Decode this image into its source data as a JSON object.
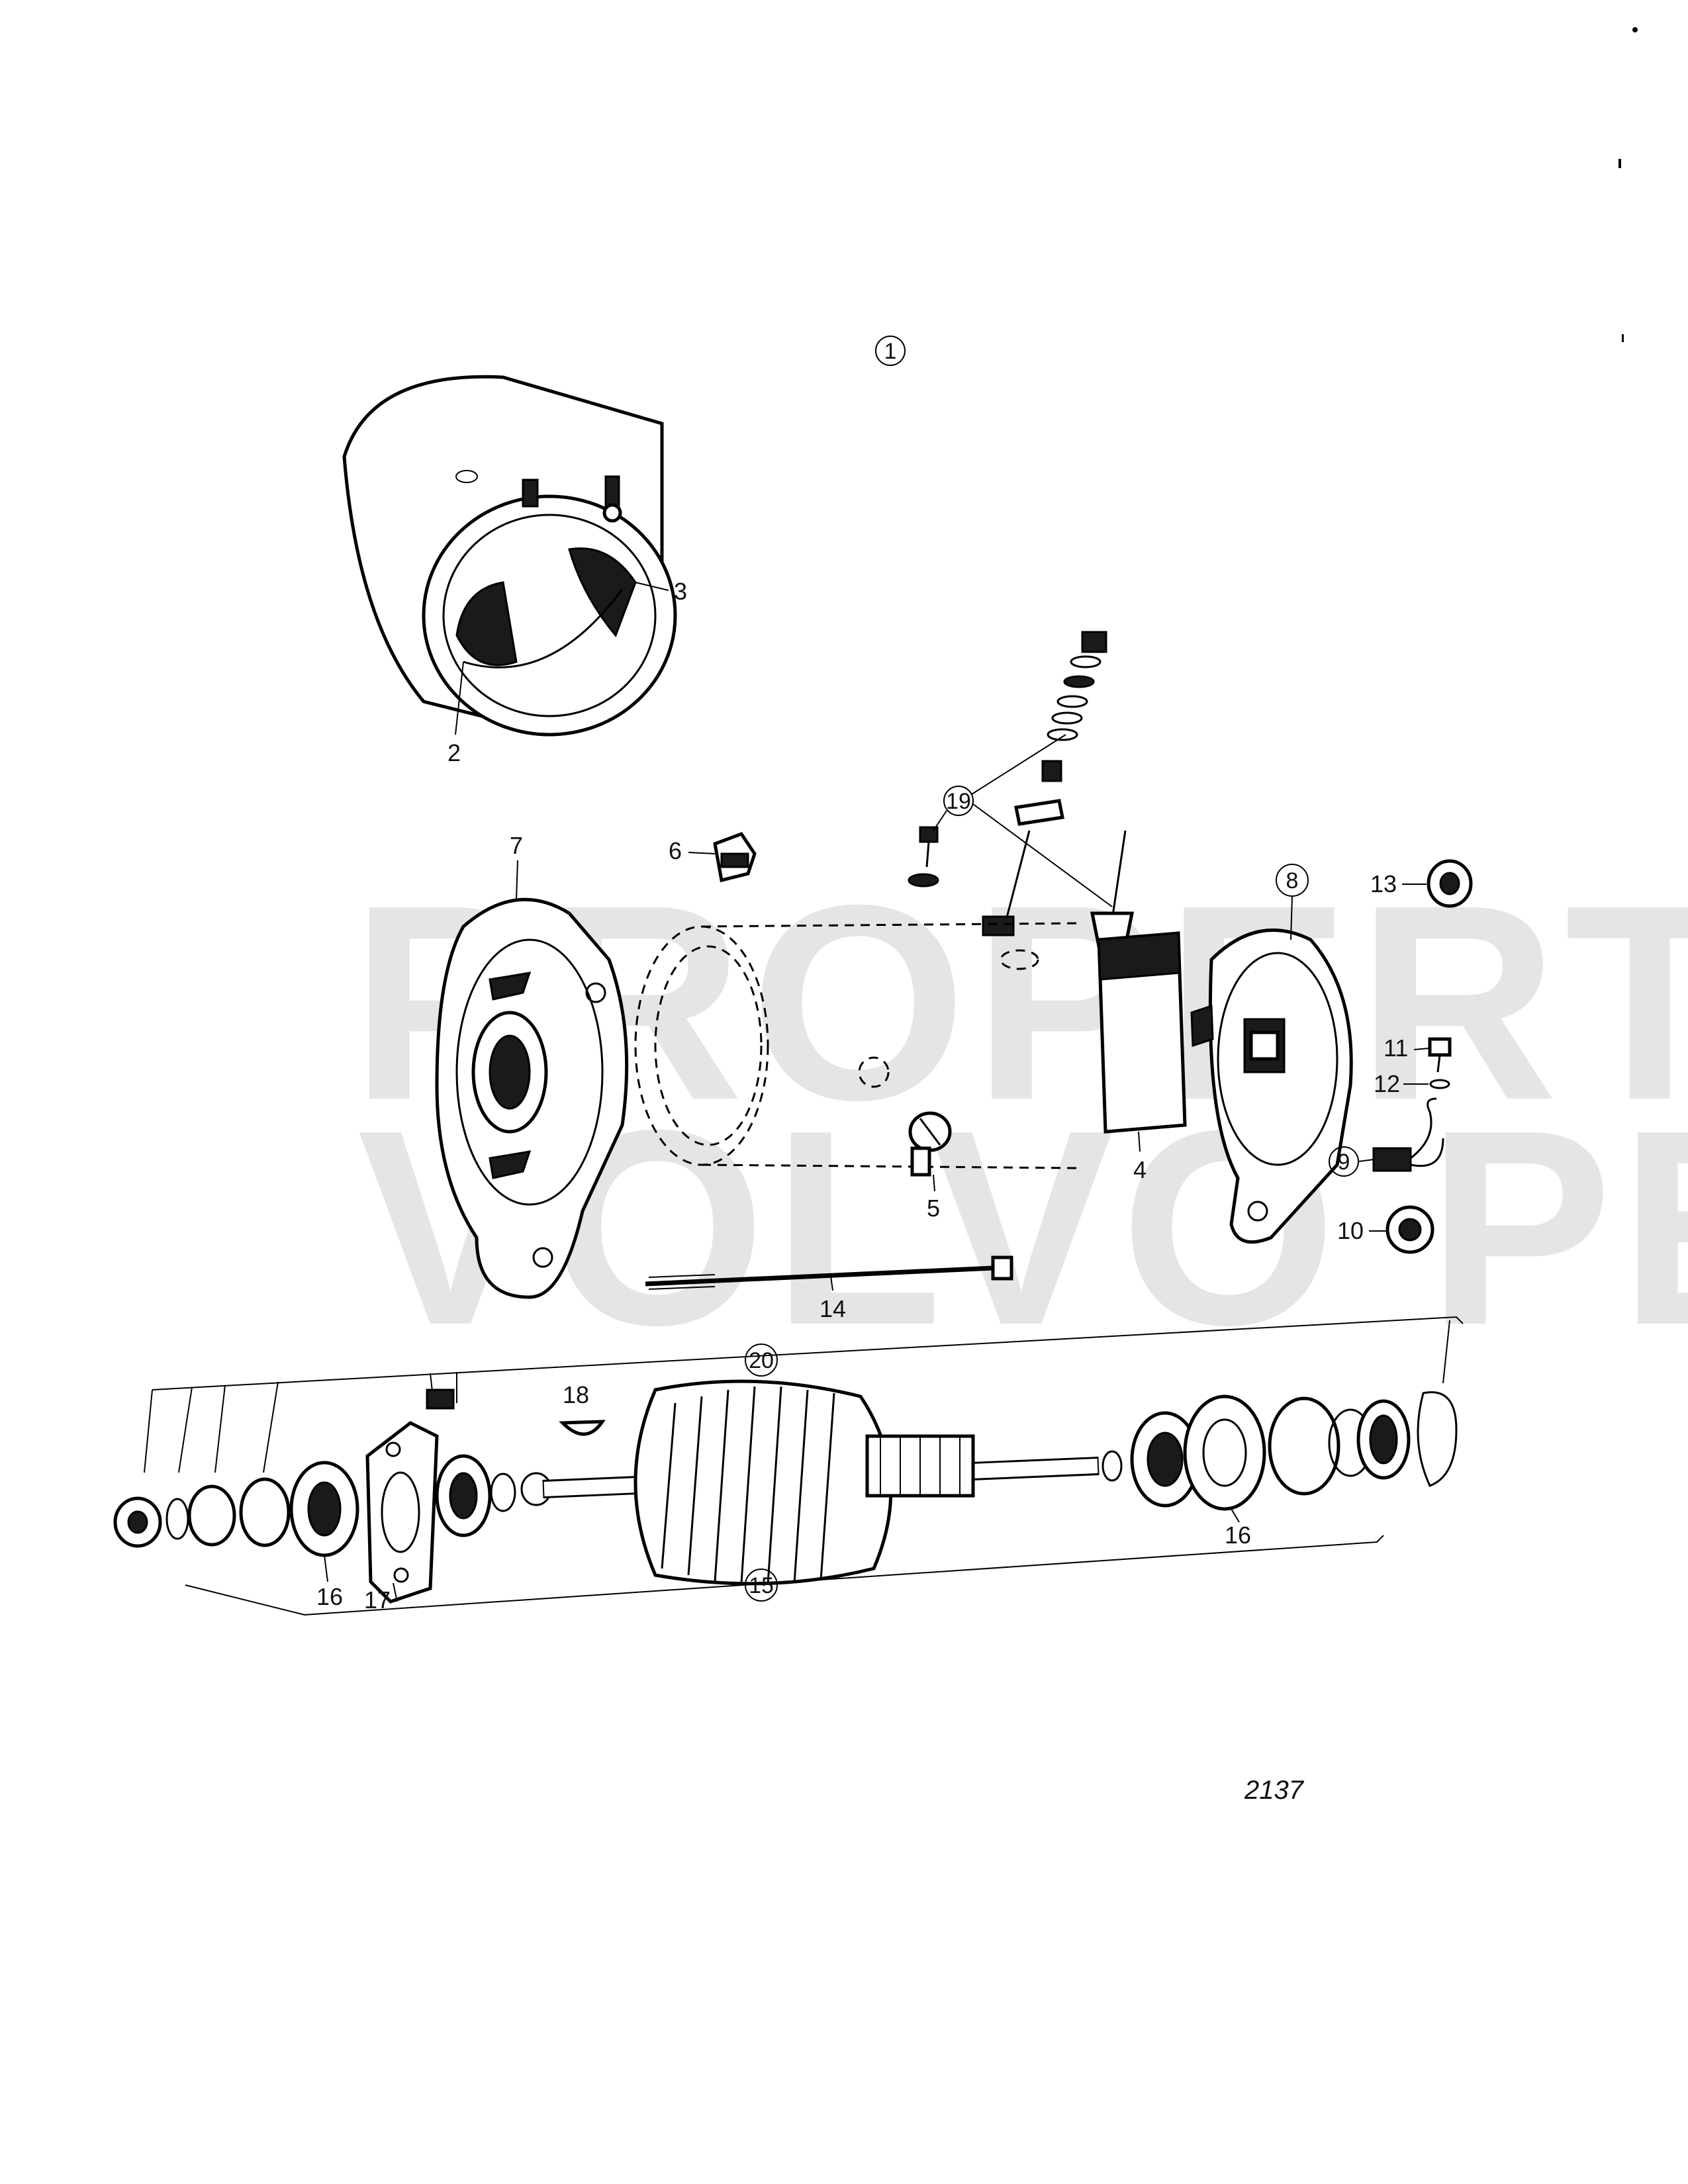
{
  "watermark": {
    "line1": "PROPERTY OF",
    "line2": "VOLVO PENTA"
  },
  "drawing_number": "2137",
  "callouts": {
    "c1": "1",
    "c2": "2",
    "c3": "3",
    "c4": "4",
    "c5": "5",
    "c6": "6",
    "c7": "7",
    "c8": "8",
    "c9": "9",
    "c10": "10",
    "c11": "11",
    "c12": "12",
    "c13": "13",
    "c14": "14",
    "c15": "15",
    "c16a": "16",
    "c16b": "16",
    "c17": "17",
    "c18": "18",
    "c19": "19",
    "c20": "20"
  }
}
